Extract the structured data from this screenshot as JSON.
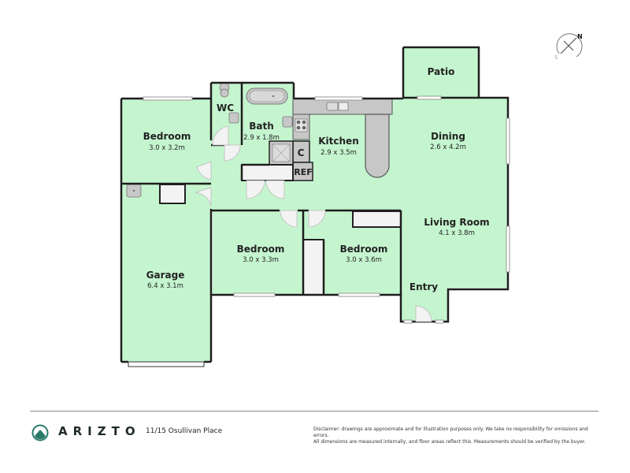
{
  "colors": {
    "room_fill": "#c5f5cf",
    "wall": "#1e1e1e",
    "fixture_fill": "#c7c7c7",
    "fixture_stroke": "#8a8a8a",
    "door_fill": "#f3f3f3",
    "brand_teal": "#2a7a68",
    "footer_line": "#8a8a8a"
  },
  "rooms": [
    {
      "id": "bedroom-1",
      "label": "Bedroom",
      "dims": "3.0 x 3.2m"
    },
    {
      "id": "wc",
      "label": "WC",
      "dims": ""
    },
    {
      "id": "bath",
      "label": "Bath",
      "dims": "2.9 x 1.8m"
    },
    {
      "id": "kitchen",
      "label": "Kitchen",
      "dims": "2.9 x 3.5m"
    },
    {
      "id": "patio",
      "label": "Patio",
      "dims": ""
    },
    {
      "id": "dining",
      "label": "Dining",
      "dims": "2.6 x 4.2m"
    },
    {
      "id": "living-room",
      "label": "Living Room",
      "dims": "4.1 x 3.8m"
    },
    {
      "id": "entry",
      "label": "Entry",
      "dims": ""
    },
    {
      "id": "bedroom-2",
      "label": "Bedroom",
      "dims": "3.0 x 3.3m"
    },
    {
      "id": "bedroom-3",
      "label": "Bedroom",
      "dims": "3.0 x 3.6m"
    },
    {
      "id": "garage",
      "label": "Garage",
      "dims": "6.4 x 3.1m"
    }
  ],
  "fixtures": {
    "cupboard_label": "C",
    "fridge_label": "REF"
  },
  "compass": {
    "north": "N",
    "south": "S"
  },
  "footer": {
    "brand": "ARIZTO",
    "address": "11/15 Osullivan Place",
    "disclaimer_line1": "Disclaimer: drawings are approximate and for illustration purposes only. We take no responsibility for omissions and errors.",
    "disclaimer_line2": "All dimensions are measured internally, and floor areas reflect this. Measurements should be verified by the buyer."
  }
}
